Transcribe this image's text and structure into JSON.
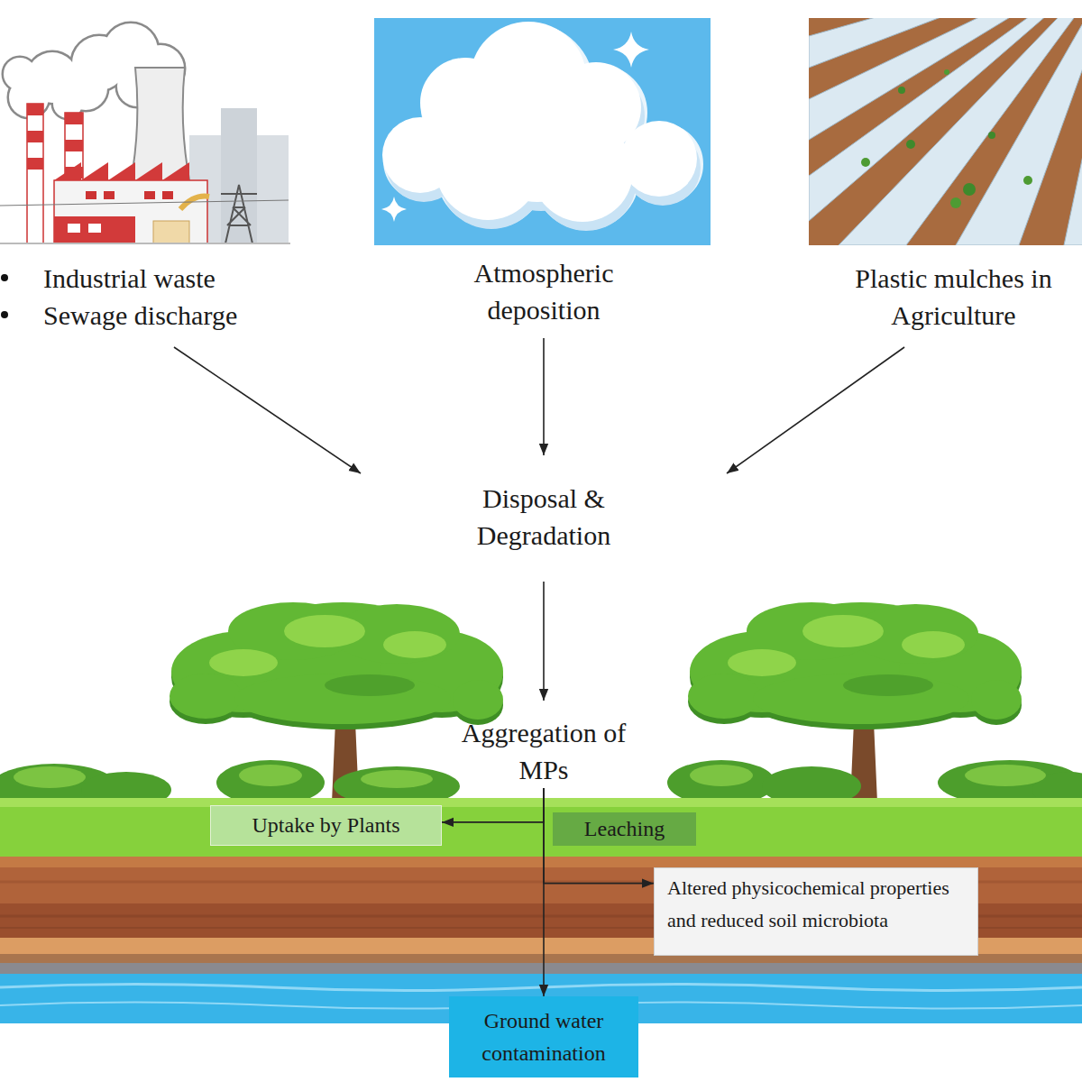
{
  "diagram": {
    "nodes": [
      {
        "text": [
          "Industrial waste",
          "Sewage discharge"
        ]
      },
      {
        "text": [
          "Atmospheric deposition"
        ]
      },
      {
        "text": [
          "Plastic mulches in Agriculture"
        ]
      },
      {
        "text": [
          "Disposal & Degradation"
        ]
      },
      {
        "text": [
          "Aggregation of MPs"
        ]
      },
      {
        "text": [
          "Uptake by Plants"
        ]
      },
      {
        "text": [
          "Leaching"
        ]
      },
      {
        "text": [
          "Altered physicochemical properties and reduced soil microbiota"
        ]
      },
      {
        "text": [
          "Ground water contamination"
        ]
      }
    ],
    "edges": [
      {
        "from": 0,
        "to": 3,
        "arrow": "to"
      },
      {
        "from": 1,
        "to": 3,
        "arrow": "to"
      },
      {
        "from": 2,
        "to": 3,
        "arrow": "to"
      },
      {
        "from": 3,
        "to": 4,
        "arrow": "to"
      },
      {
        "from": 4,
        "to": 5,
        "arrow": "to"
      },
      {
        "from": 4,
        "to": 7,
        "arrow": "to"
      },
      {
        "from": 4,
        "to": 8,
        "arrow": "to"
      }
    ]
  }
}
